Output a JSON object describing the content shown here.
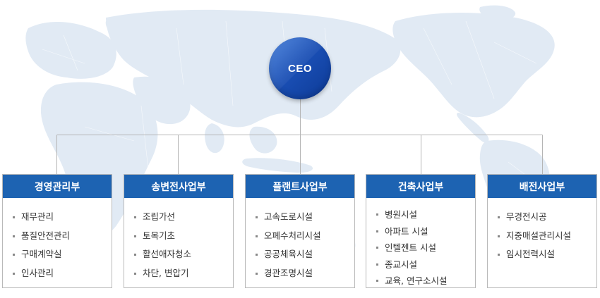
{
  "ceo": {
    "label": "CEO"
  },
  "departments": [
    {
      "name": "경영관리부",
      "items": [
        "재무관리",
        "품질안전관리",
        "구매계약실",
        "인사관리"
      ]
    },
    {
      "name": "송변전사업부",
      "items": [
        "조립가선",
        "토목기초",
        "활선애자청소",
        "차단, 변압기"
      ]
    },
    {
      "name": "플랜트사업부",
      "items": [
        "고속도로시설",
        "오폐수처리시설",
        "공공체육시설",
        "경관조명시설"
      ]
    },
    {
      "name": "건축사업부",
      "items": [
        "병원시설",
        "아파트 시설",
        "인텔젠트 시설",
        "종교시설",
        "교육, 연구소시설"
      ]
    },
    {
      "name": "배전사업부",
      "items": [
        "무경전시공",
        "지중매설관리시설",
        "임시전력시설"
      ]
    }
  ],
  "colors": {
    "header": "#1d63b2",
    "ceo": "#1a4fb5",
    "map": "#dde8f3",
    "line": "#b5b5b5"
  }
}
